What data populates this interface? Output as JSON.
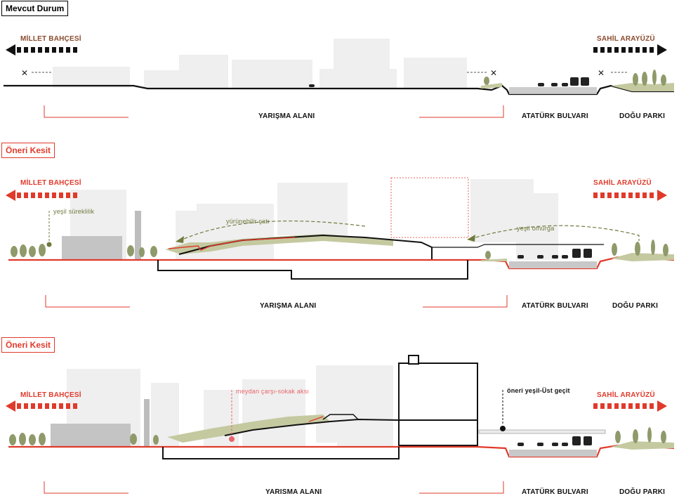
{
  "sections": [
    {
      "tag": "Mevcut Durum",
      "left_arrow_label": "MİLLET BAHÇESİ",
      "right_arrow_label": "SAHİL ARAYÜZÜ",
      "zone_labels": [
        "YARIŞMA ALANI",
        "ATATÜRK BULVARI",
        "DOĞU PARKI"
      ]
    },
    {
      "tag": "Öneri Kesit",
      "left_arrow_label": "MİLLET BAHÇESİ",
      "right_arrow_label": "SAHİL ARAYÜZÜ",
      "annotations": [
        "yeşil süreklilik",
        "yürünebilir çatı",
        "yeşil omurga"
      ],
      "zone_labels": [
        "YARIŞMA ALANI",
        "ATATÜRK BULVARI",
        "DOĞU PARKI"
      ]
    },
    {
      "tag": "Öneri Kesit",
      "left_arrow_label": "MİLLET BAHÇESİ",
      "right_arrow_label": "SAHİL ARAYÜZÜ",
      "annotations": [
        "meydan çarşı-sokak aksı",
        "öneri yeşil-Üst geçit"
      ],
      "zone_labels": [
        "YARISMA ALANI",
        "ATATÜRK BULVARI",
        "DOĞU PARKI"
      ]
    }
  ],
  "colors": {
    "red": "#e03a2a",
    "brown": "#8a4a2e",
    "olive": "#6f7a3c",
    "pink": "#e8656b",
    "grey_bg": "#ececec",
    "road": "#c8c8c8"
  }
}
